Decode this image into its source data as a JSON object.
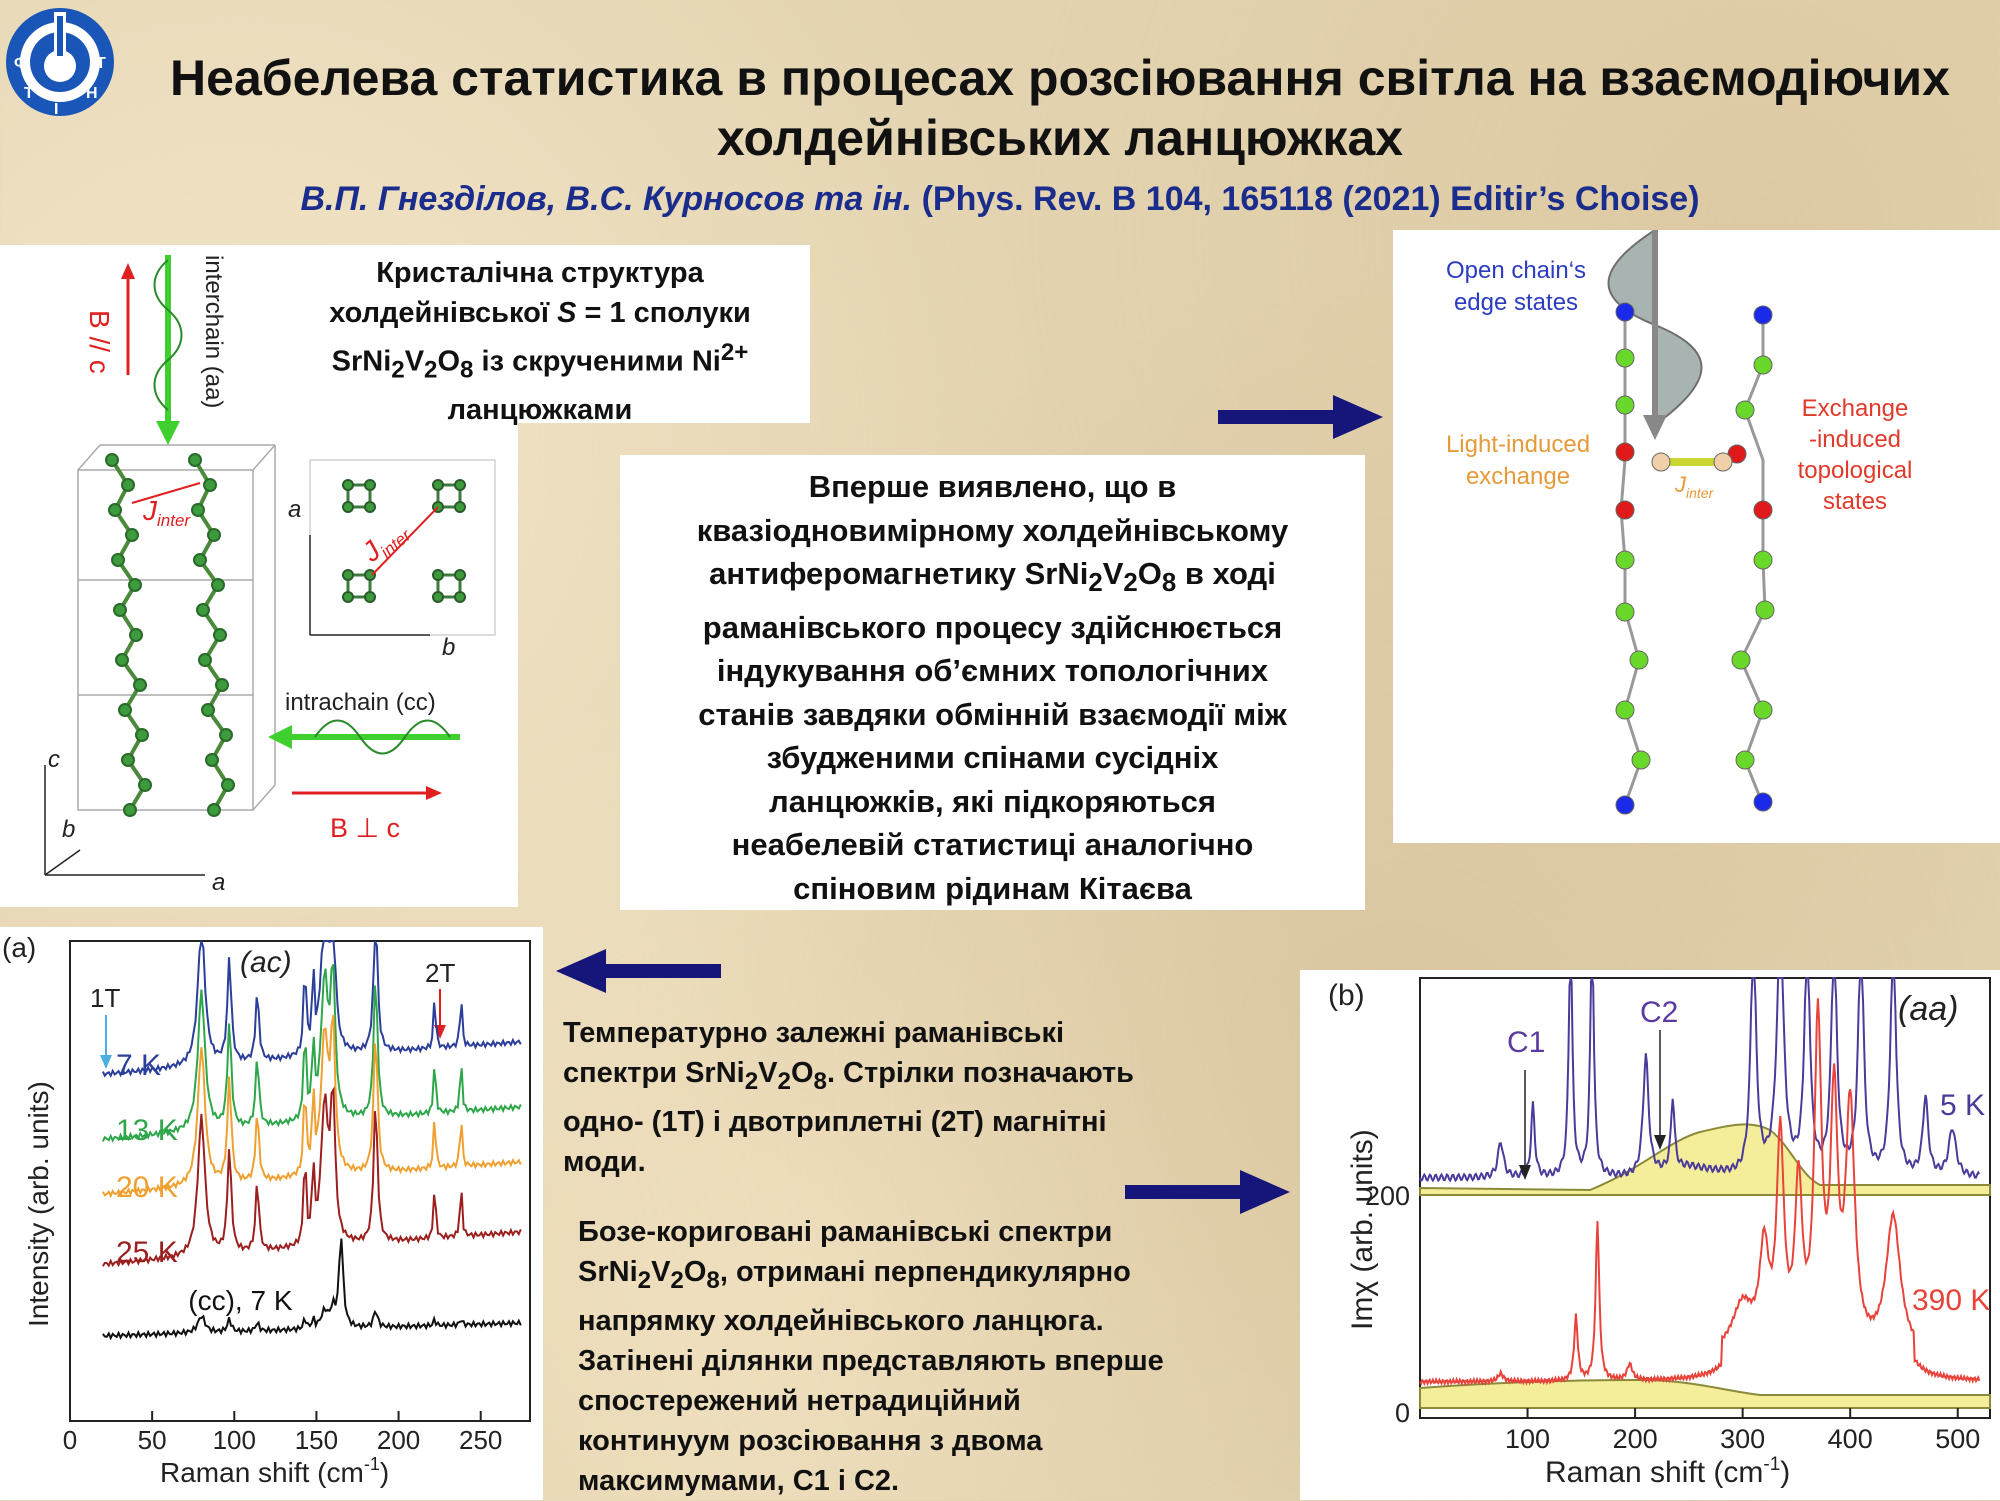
{
  "header": {
    "title_line1": "Неабелева статистика в процесах розсіювання світла на взаємодіючих",
    "title_line2": "холдейнівських ланцюжках",
    "authors_italic": "В.П. Гнезділов, В.С. Курносов та ін.",
    "reference": "(Phys. Rev. B 104, 165118 (2021) Editir’s Choise)",
    "logo_letters": [
      "Ф",
      "Т",
      "І",
      "Н",
      "Т"
    ]
  },
  "structure_caption": {
    "line1": "Кристалічна структура",
    "line2_pre": "холдейнівської",
    "line2_var": "S",
    "line2_post": "= 1 сполуки",
    "formula_sr": "SrNi",
    "sub2": "2",
    "formula_v": "V",
    "sub2b": "2",
    "formula_o": "O",
    "sub8": "8",
    "line3_mid": " із скрученими  Ni",
    "sup": "2+",
    "line4": "ланцюжками"
  },
  "crystal_figure": {
    "label_interchain": "interchain (aa)",
    "label_bc": "B // c",
    "label_intrachain": "intrachain (cc)",
    "label_bperp": "B ⊥ c",
    "label_jinter": "J",
    "label_jinter_sub": "inter",
    "axis_a": "a",
    "axis_b": "b",
    "axis_c": "c"
  },
  "main_text": {
    "l1": "Вперше виявлено, що в",
    "l2": "квазіодновимірному холдейнівському",
    "l3_pre": "антиферомагнетику SrNi",
    "l3_s1": "2",
    "l3_v": "V",
    "l3_s2": "2",
    "l3_o": "O",
    "l3_s3": "8",
    "l3_post": " в ході",
    "l4": "раманівського процесу здійснюється",
    "l5": "індукування об’ємних топологічних",
    "l6": "станів завдяки обмінній взаємодії між",
    "l7": "збудженими спінами сусідніх",
    "l8": "ланцюжків, які підкоряються",
    "l9": "неабелевій статистиці аналогічно",
    "l10": "спіновим рідинам Кітаєва"
  },
  "chain_figure": {
    "edge": [
      "Open chain‘s",
      "edge states"
    ],
    "light": [
      "Light-induced",
      "exchange"
    ],
    "exchange": [
      "Exchange",
      "-induced",
      "topological",
      "states"
    ],
    "jinter": "J",
    "jinter_sub": "inter"
  },
  "desc_a": {
    "l1": "Температурно залежні раманівські",
    "l2_pre": "спектри SrNi",
    "s1": "2",
    "v": "V",
    "s2": "2",
    "o": "O",
    "s3": "8",
    "l2_post": ". Стрілки позначають",
    "l3": "одно- (1T) і двотриплетні (2T) магнітні",
    "l4": "моди."
  },
  "desc_b": {
    "l1": "Бозе-кориговані раманівські спектри",
    "l2_pre": "SrNi",
    "s1": "2",
    "v": "V",
    "s2": "2",
    "o": "O",
    "s3": "8",
    "l2_post": ", отримані перпендикулярно",
    "l3": "напрямку холдейнівського ланцюга.",
    "l4": "Затінені ділянки представляють вперше",
    "l5": "спостережений нетрадиційний",
    "l6": "континуум розсіювання з двома",
    "l7": "максимумами, C1 і C2."
  },
  "colors": {
    "title_blue": "#1a2c8c",
    "arrow_navy": "#15157a",
    "bg": "#e3d3b0"
  },
  "chart_data": [
    {
      "type": "line",
      "panel": "(a)",
      "xlabel": "Raman shift (cm",
      "xlabel_sup": "-1",
      "xlabel_end": ")",
      "ylabel": "Intensity (arb. units)",
      "xticks": [
        "0",
        "50",
        "100",
        "150",
        "200",
        "250"
      ],
      "xlim": [
        0,
        280
      ],
      "annotations": [
        "(ac)",
        "1T",
        "2T",
        "(cc), 7 K"
      ],
      "series": [
        {
          "name": "7 K",
          "color": "#2b3e9a"
        },
        {
          "name": "13 K",
          "color": "#2ea64a"
        },
        {
          "name": "20 K",
          "color": "#f0a030"
        },
        {
          "name": "25 K",
          "color": "#9c1f1f"
        },
        {
          "name": "(cc), 7 K",
          "color": "#111111"
        }
      ]
    },
    {
      "type": "line",
      "panel": "(b)",
      "xlabel": "Raman shift (cm",
      "xlabel_sup": "-1",
      "xlabel_end": ")",
      "ylabel": "Imχ (arb. units)",
      "xticks": [
        "100",
        "200",
        "300",
        "400",
        "500"
      ],
      "yticks": [
        "0",
        "200"
      ],
      "xlim": [
        0,
        530
      ],
      "annotations": [
        "(aa)",
        "C1",
        "C2"
      ],
      "series": [
        {
          "name": "5 K",
          "color": "#4b3a9a"
        },
        {
          "name": "390 K",
          "color": "#e8433a"
        }
      ]
    }
  ]
}
